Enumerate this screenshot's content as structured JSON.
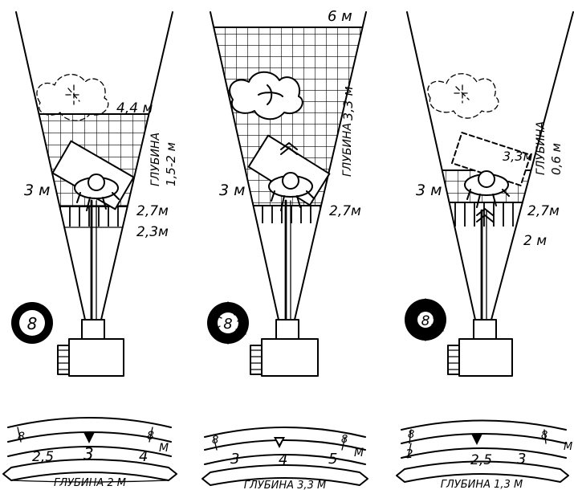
{
  "panels": [
    {
      "label_left": "3 м",
      "label_far": "4,4 м",
      "label_focus": "2,7м",
      "label_near": "2,3м",
      "depth_word": "ГЛУБИНА",
      "depth_value": "1,5-2 м",
      "aperture": "8",
      "scale_mark_top_left": "8",
      "scale_mark_top_right": "8",
      "scale_left": "2,5",
      "scale_mid": "3",
      "scale_right": "4",
      "scale_unit": "М",
      "depth_caption": "ГЛУБИНА  2 М"
    },
    {
      "label_left": "3 м",
      "label_far": "6 м",
      "label_focus": "2,7м",
      "label_near": "",
      "depth_word": "ГЛУБИНА",
      "depth_value": "3,3 м",
      "aperture": "8",
      "scale_mark_top_left": "8",
      "scale_mark_top_right": "8",
      "scale_left": "3",
      "scale_mid": "4",
      "scale_right": "5",
      "scale_unit": "М",
      "depth_caption": "ГЛУБИНА 3,3 М"
    },
    {
      "label_left": "3 м",
      "label_far": "3,3м",
      "label_focus": "2,7м",
      "label_near": "2 м",
      "depth_word": "ГЛУБИНА",
      "depth_value": "0,6 м",
      "aperture": "8",
      "scale_mark_top_left": "8",
      "scale_mark_top_right": "8",
      "scale_left": "2",
      "scale_mid": "2,5",
      "scale_right": "3",
      "scale_unit": "М",
      "depth_caption": "ГЛУБИНА  1,3 М"
    }
  ]
}
